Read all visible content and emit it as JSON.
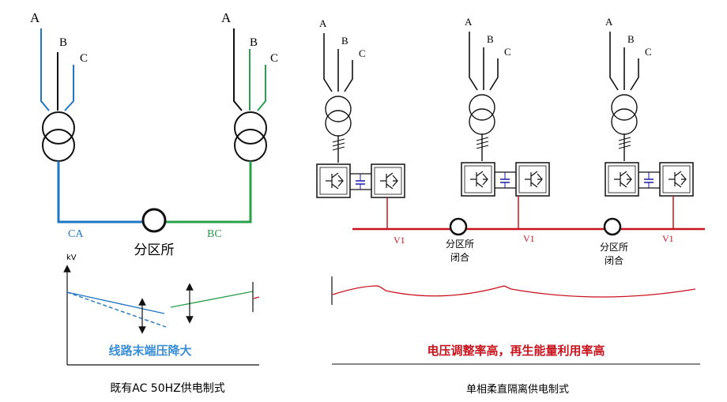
{
  "left": {
    "phases": {
      "a": "A",
      "b": "B",
      "c": "C"
    },
    "label_ca": "CA",
    "label_bc": "BC",
    "substation": "分区所",
    "chart": {
      "y_unit": "kV",
      "note": "线路末端压降大"
    },
    "caption": "既有AC 50HZ供电制式"
  },
  "right": {
    "phases": {
      "a": "A",
      "b": "B",
      "c": "C"
    },
    "v1": "V1",
    "substation_line1": "分区所",
    "substation_line2": "闭合",
    "note": "电压调整率高，再生能量利用率高",
    "caption": "单相柔直隔离供电制式"
  },
  "colors": {
    "blue": "#1f77c4",
    "green": "#2aa04a",
    "red": "#c8141e",
    "dark": "#111111",
    "note_blue": "#3a8fd6"
  }
}
